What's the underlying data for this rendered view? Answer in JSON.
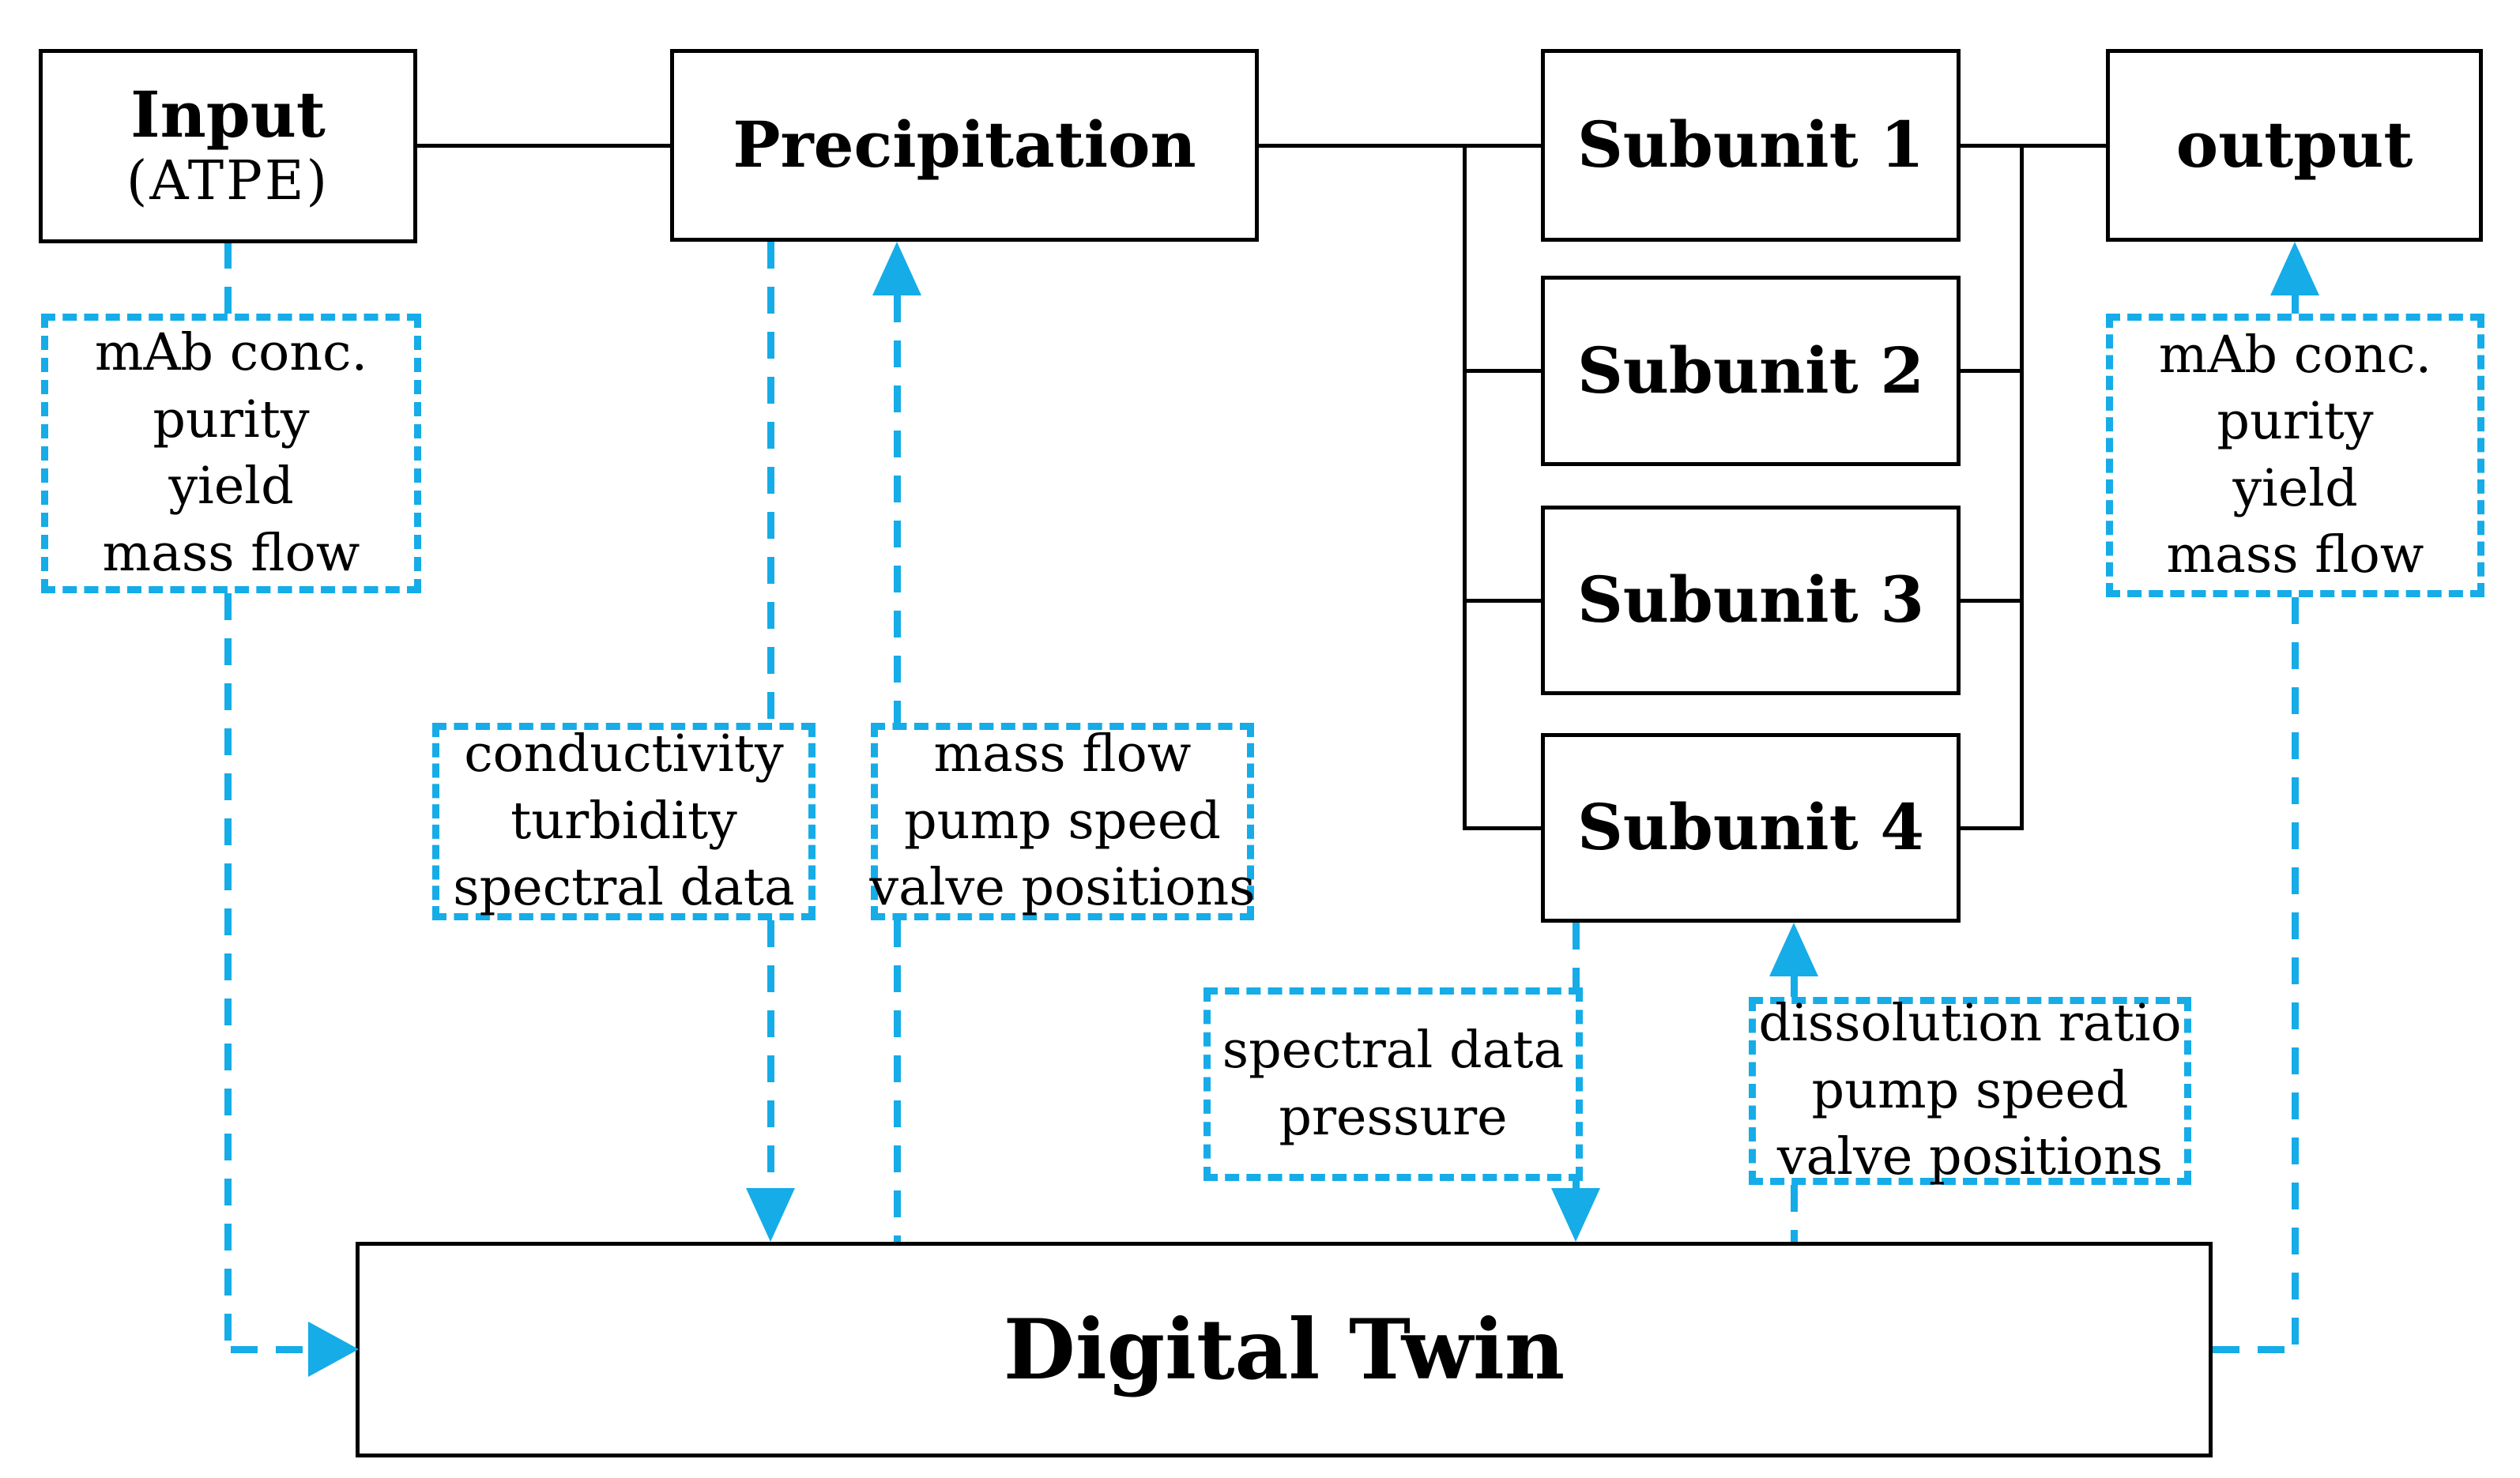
{
  "colors": {
    "accent_cyan": "#15ACE8",
    "line_black": "#000000",
    "background": "#FFFFFF"
  },
  "process_boxes": {
    "input": {
      "title": "Input",
      "subtitle": "(ATPE)"
    },
    "precipitation": {
      "title": "Precipitation"
    },
    "subunit_1": {
      "title": "Subunit 1"
    },
    "subunit_2": {
      "title": "Subunit 2"
    },
    "subunit_3": {
      "title": "Subunit 3"
    },
    "subunit_4": {
      "title": "Subunit 4"
    },
    "output": {
      "title": "output"
    },
    "digital_twin": {
      "title": "Digital Twin"
    }
  },
  "signal_boxes": {
    "input_metrics": {
      "lines": [
        "mAb conc.",
        "purity",
        "yield",
        "mass flow"
      ]
    },
    "precipitation_sensors": {
      "lines": [
        "conductivity",
        "turbidity",
        "spectral data"
      ]
    },
    "precipitation_setpoints": {
      "lines": [
        "mass flow",
        "pump speed",
        "valve positions"
      ]
    },
    "subunit_sensors": {
      "lines": [
        "spectral data",
        "pressure"
      ]
    },
    "subunit_setpoints": {
      "lines": [
        "dissolution ratio",
        "pump speed",
        "valve positions"
      ]
    },
    "output_metrics": {
      "lines": [
        "mAb conc.",
        "purity",
        "yield",
        "mass flow"
      ]
    }
  }
}
